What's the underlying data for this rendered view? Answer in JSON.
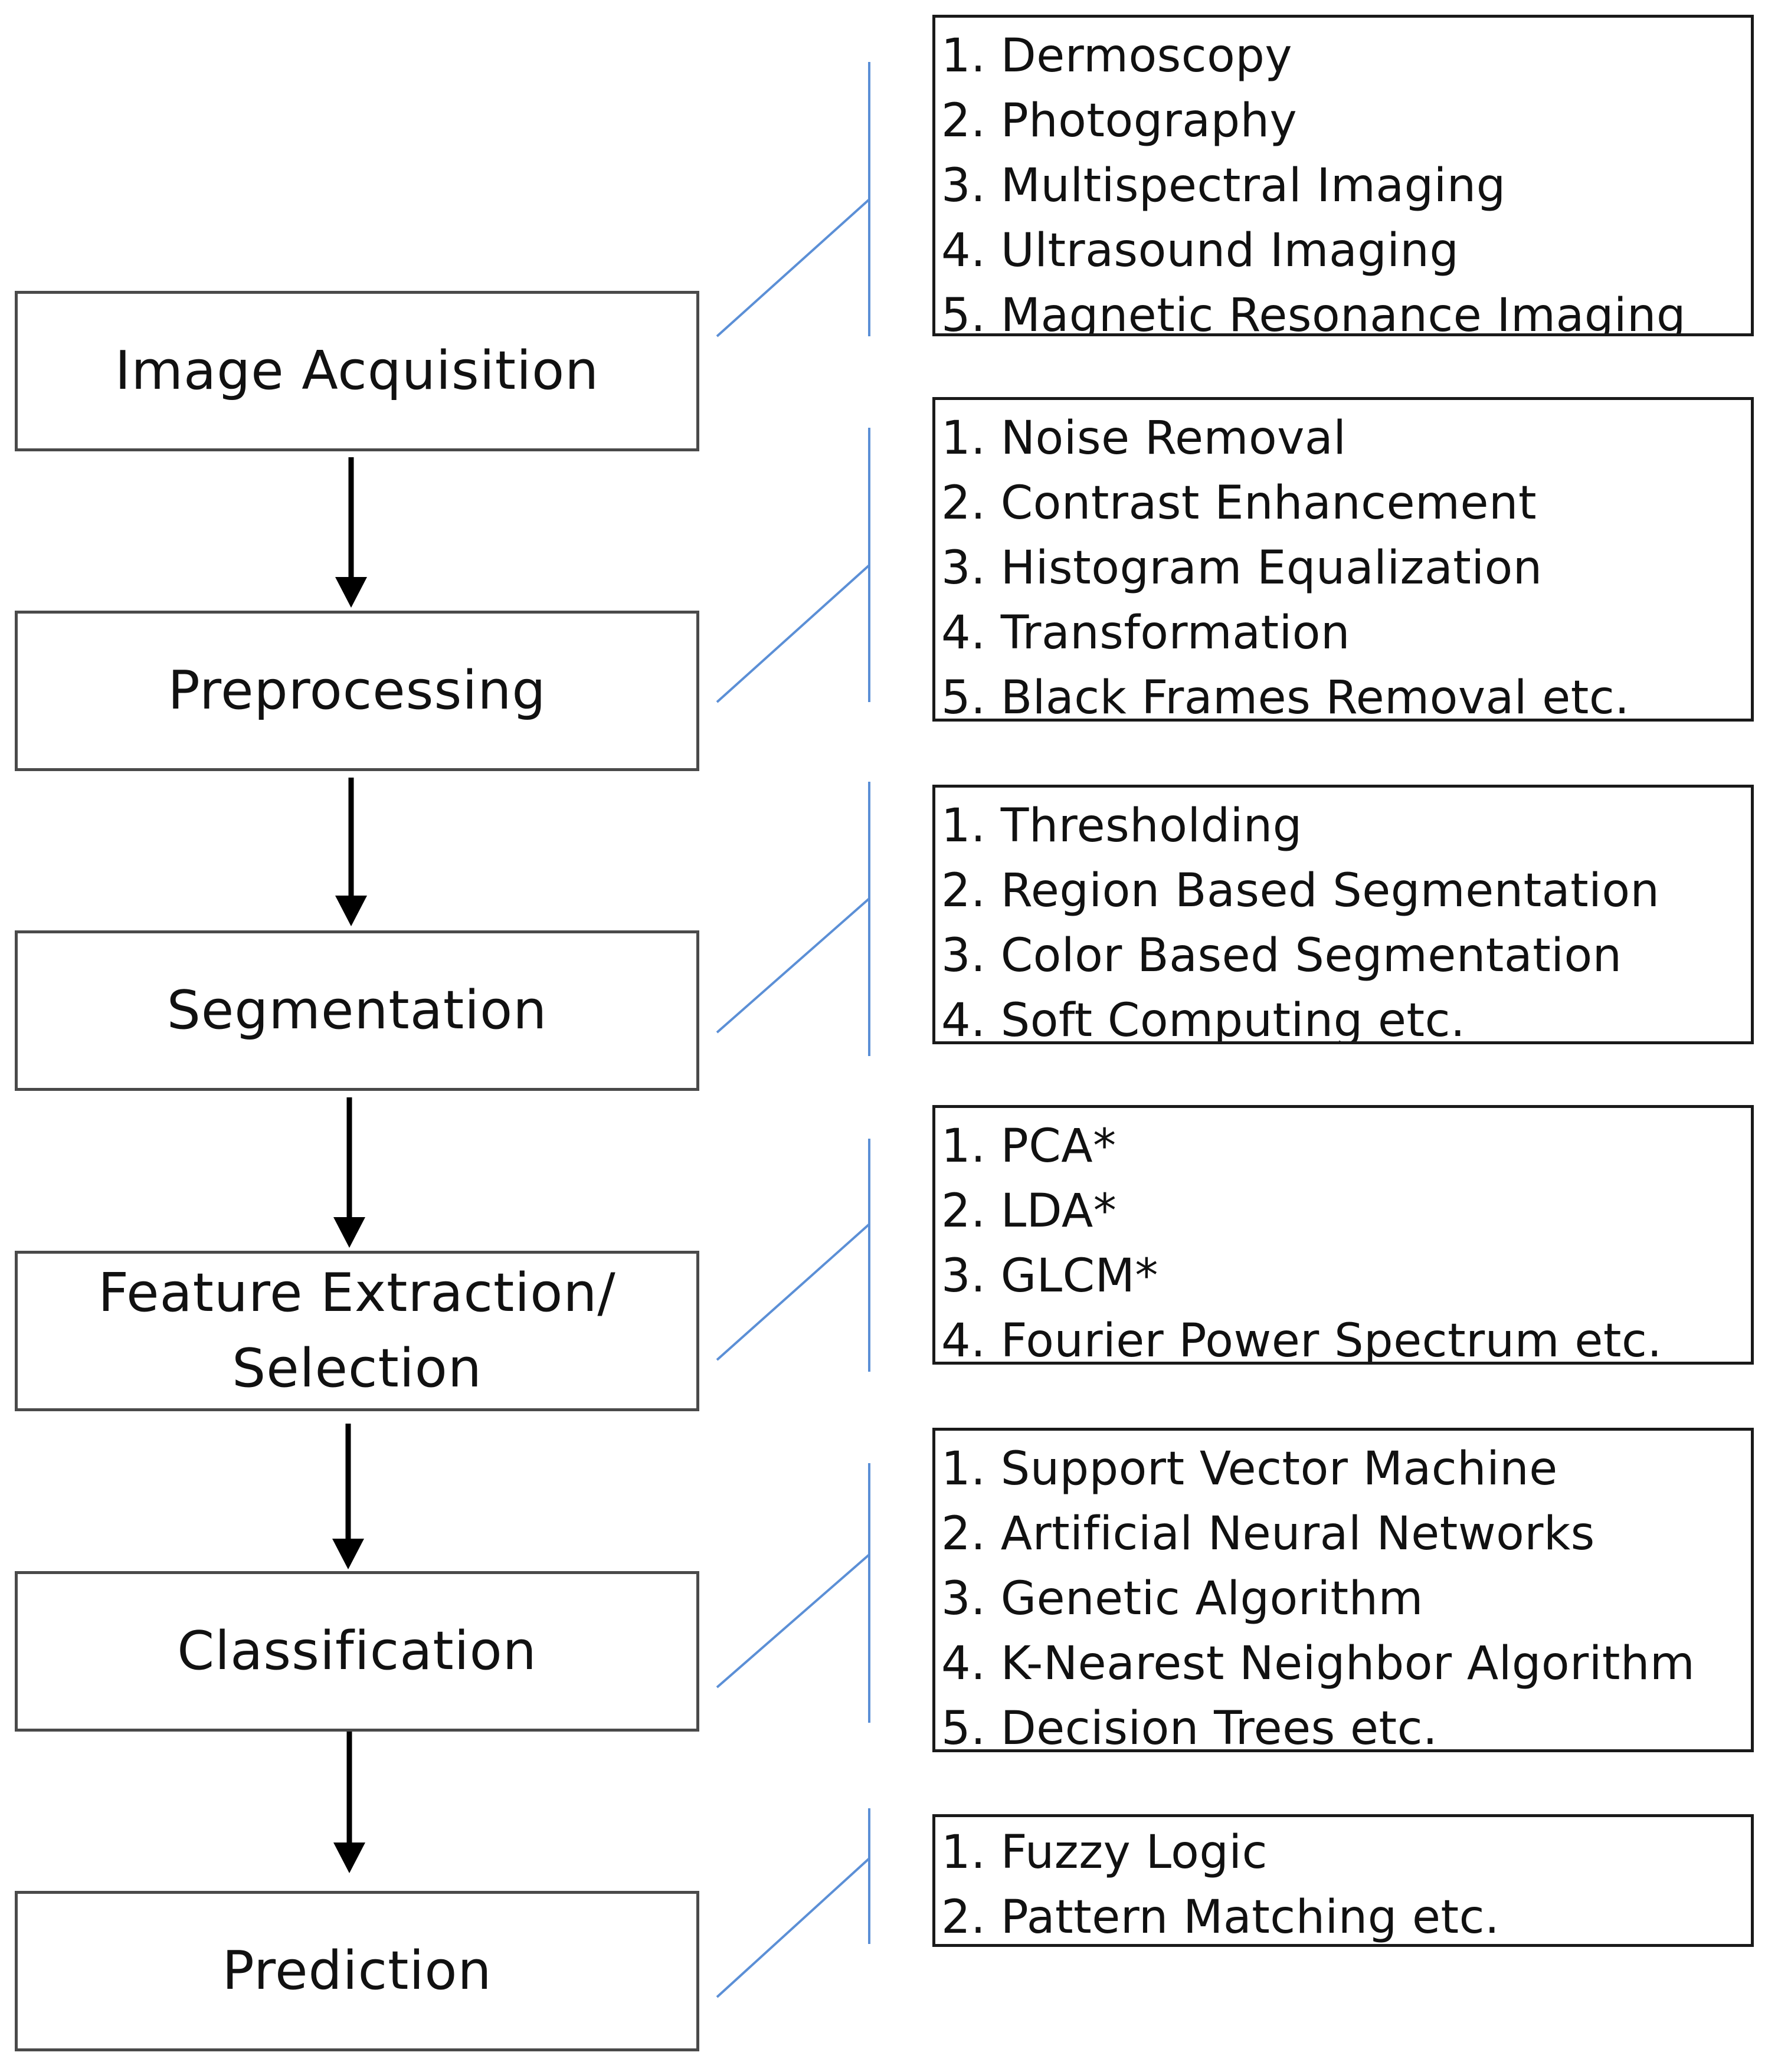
{
  "colors": {
    "box_border": "#4a4a4a",
    "arrow": "#000000",
    "connector": "#5b8fd6",
    "text": "#111111"
  },
  "stages": [
    {
      "label": "Image Acquisition",
      "methods": [
        "1. Dermoscopy",
        "2. Photography",
        "3. Multispectral Imaging",
        "4. Ultrasound Imaging",
        "5. Magnetic Resonance Imaging"
      ]
    },
    {
      "label": "Preprocessing",
      "methods": [
        "1. Noise Removal",
        "2. Contrast Enhancement",
        "3. Histogram Equalization",
        "4. Transformation",
        "5. Black Frames Removal etc."
      ]
    },
    {
      "label": "Segmentation",
      "methods": [
        "1. Thresholding",
        "2. Region Based Segmentation",
        "3. Color Based Segmentation",
        "4. Soft Computing etc."
      ]
    },
    {
      "label": "Feature Extraction/\nSelection",
      "methods": [
        "1. PCA*",
        "2. LDA*",
        "3. GLCM*",
        "4. Fourier Power Spectrum etc."
      ]
    },
    {
      "label": "Classification",
      "methods": [
        "1. Support Vector Machine",
        "2. Artificial Neural Networks",
        "3. Genetic Algorithm",
        "4. K-Nearest Neighbor Algorithm",
        "5.  Decision Trees etc."
      ]
    },
    {
      "label": "Prediction",
      "methods": [
        "1. Fuzzy Logic",
        "2. Pattern Matching etc."
      ]
    }
  ]
}
